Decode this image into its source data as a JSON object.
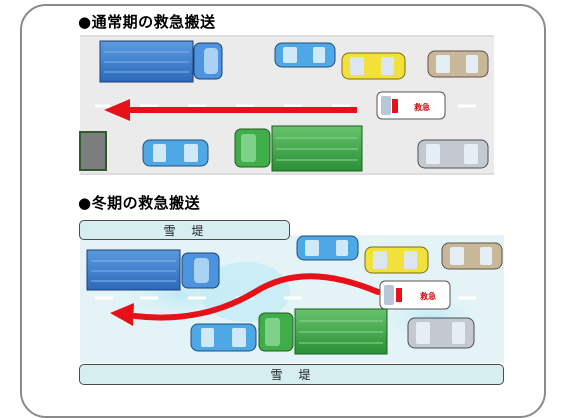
{
  "normal": {
    "title": "●通常期の救急搬送"
  },
  "winter": {
    "title": "●冬期の救急搬送",
    "bank_top": "雪　堤",
    "bank_bottom": "雪　堤"
  },
  "ambulance_label": "救急",
  "colors": {
    "road_normal": "#ebebeb",
    "road_winter": "#e4f4f6",
    "lane_line": "#ffffff",
    "arrow": "#e8111a",
    "snow_bank": "#d7eef1",
    "truck_blue": "#3d7fd0",
    "truck_green": "#3fae49",
    "car_blue": "#4ea8e6",
    "car_yellow": "#f2e13a",
    "car_tan": "#c9b79a",
    "car_silver": "#c4c8cf",
    "frame": "#8a8a8a"
  }
}
